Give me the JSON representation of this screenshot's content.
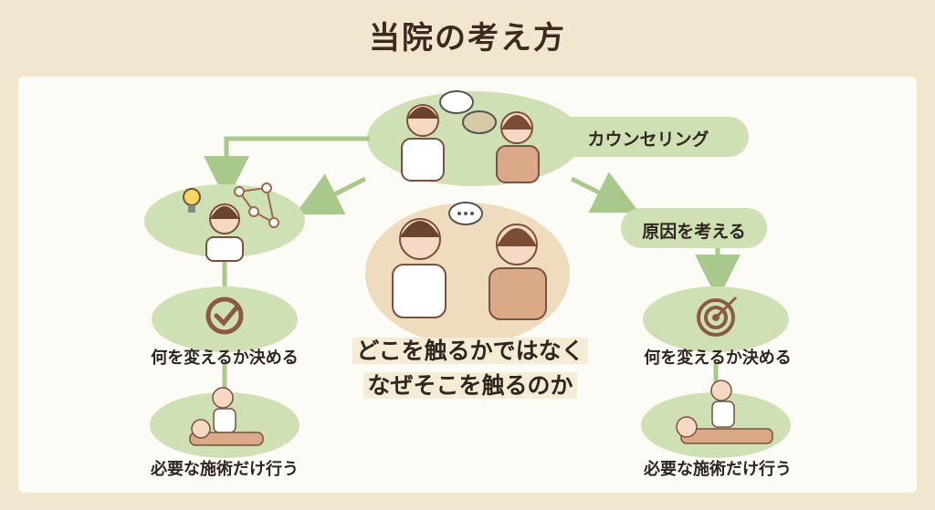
{
  "title": "当院の考え方",
  "top_node": {
    "label": "カウンセリング"
  },
  "left_branch": {
    "step1": "何を変えるか決める",
    "step2": "必要な施術だけ行う"
  },
  "right_branch": {
    "cause": "原因を考える",
    "step1": "何を変えるか決める",
    "step2": "必要な施術だけ行う"
  },
  "center": {
    "line1": "どこを触るかではなく",
    "line2": "なぜそこを触るのか"
  },
  "colors": {
    "background": "#f3e6cf",
    "panel": "#fdfbf5",
    "green": "#cfe0b4",
    "arrow": "#a9c88c",
    "brown": "#8a5a42",
    "text": "#2f2620"
  }
}
